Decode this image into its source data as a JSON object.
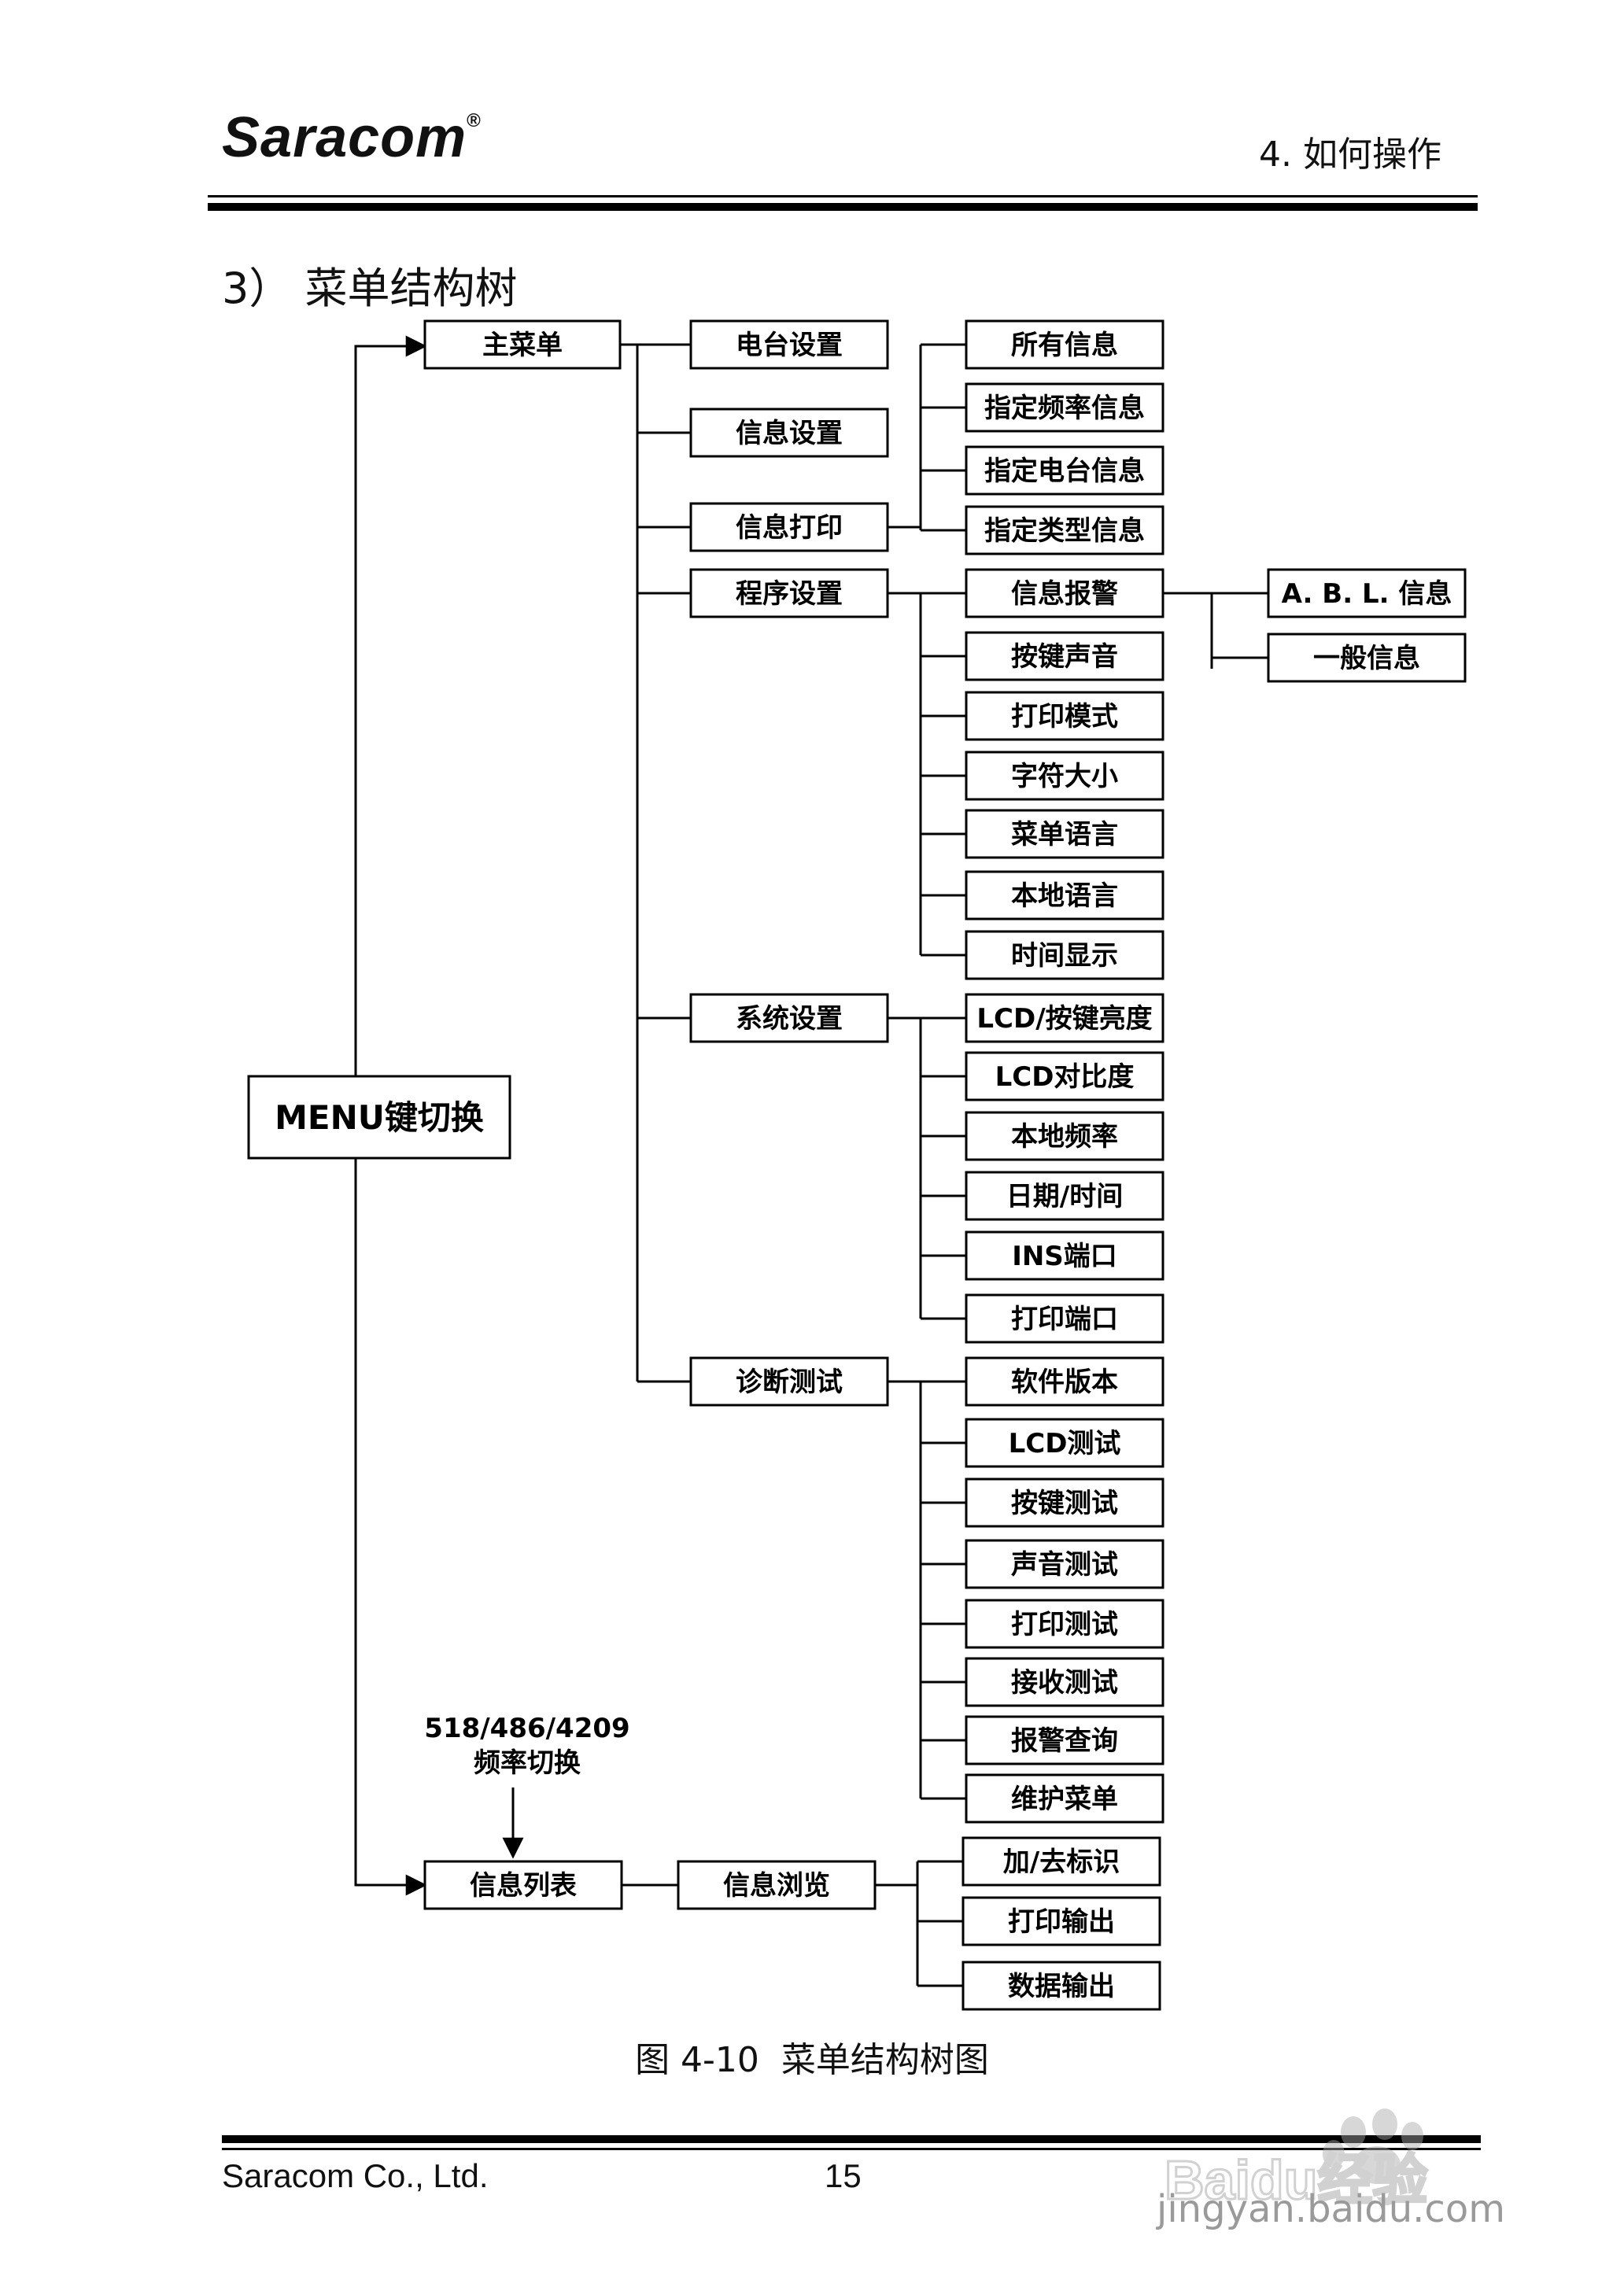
{
  "header": {
    "logo": "Saracom",
    "logo_mark": "®",
    "chapter": "4. 如何操作"
  },
  "section_title": "3） 菜单结构树",
  "diagram": {
    "root": "MENU键切换",
    "main_menu": "主菜单",
    "main_children": [
      "电台设置",
      "信息设置",
      "信息打印",
      "程序设置",
      "系统设置",
      "诊断测试"
    ],
    "print_children": [
      "所有信息",
      "指定频率信息",
      "指定电台信息",
      "指定类型信息"
    ],
    "program_children": [
      "信息报警",
      "按键声音",
      "打印模式",
      "字符大小",
      "菜单语言",
      "本地语言",
      "时间显示"
    ],
    "alarm_children": [
      "A. B. L. 信息",
      "一般信息"
    ],
    "system_children": [
      "LCD/按键亮度",
      "LCD对比度",
      "本地频率",
      "日期/时间",
      "INS端口",
      "打印端口"
    ],
    "diag_children": [
      "软件版本",
      "LCD测试",
      "按键测试",
      "声音测试",
      "打印测试",
      "接收测试",
      "报警查询",
      "维护菜单"
    ],
    "freq_note_line1": "518/486/4209",
    "freq_note_line2": "频率切换",
    "message_list": "信息列表",
    "message_browse": "信息浏览",
    "browse_children": [
      "加/去标识",
      "打印输出",
      "数据输出"
    ]
  },
  "caption": {
    "label": "图 4-10",
    "title": "菜单结构树图"
  },
  "footer": {
    "company": "Saracom Co., Ltd.",
    "page": "15"
  },
  "watermark": {
    "brand": "Baidu经验",
    "url": "jingyan.baidu.com"
  }
}
